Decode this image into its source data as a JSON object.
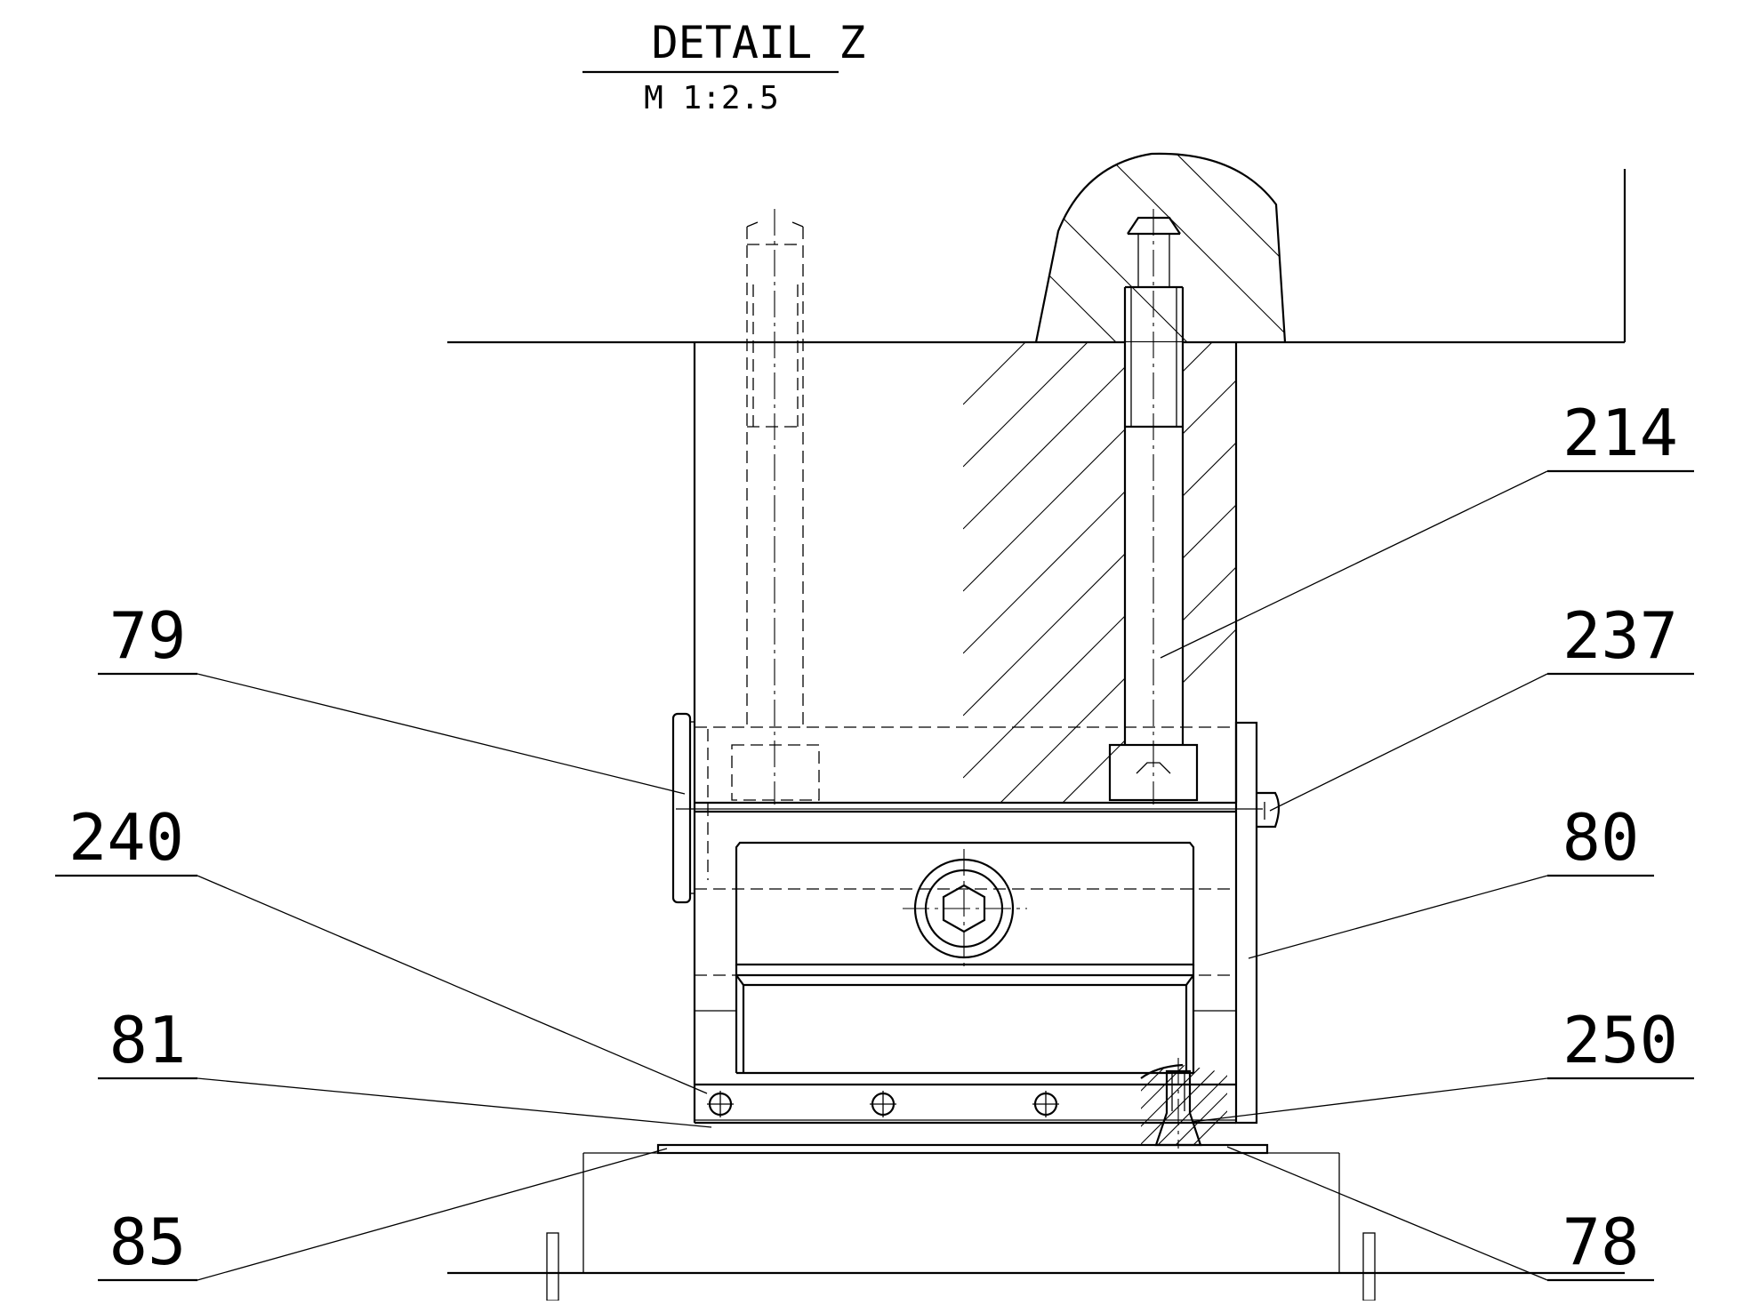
{
  "title": "DETAIL Z",
  "scale": "M 1:2.5",
  "labels": {
    "l214": "214",
    "l79": "79",
    "l237": "237",
    "l240": "240",
    "l80": "80",
    "l81": "81",
    "l250": "250",
    "l85": "85",
    "l78": "78"
  }
}
